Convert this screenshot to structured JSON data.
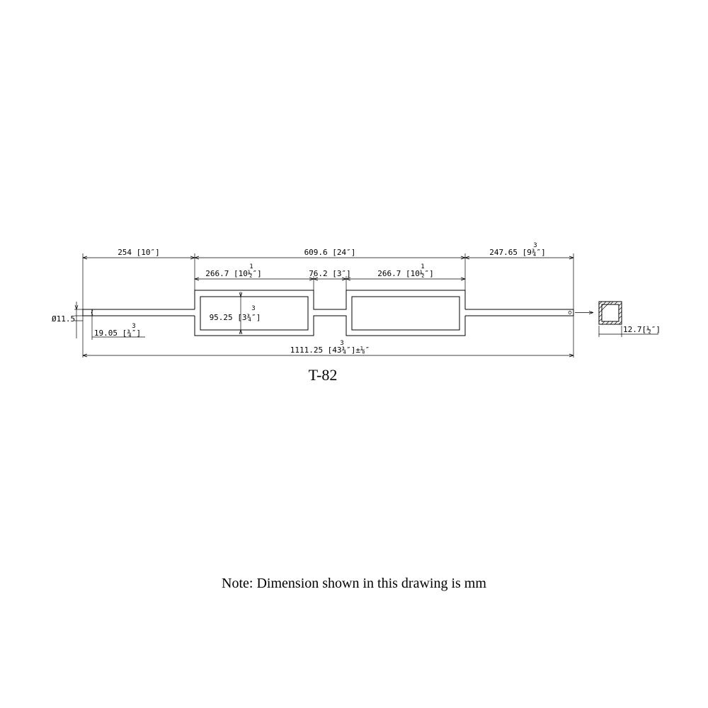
{
  "title": "T-82",
  "note": "Note: Dimension shown in this drawing is mm",
  "dimensions": {
    "left_handle": "254 [10″]",
    "center": "609.6 [24″]",
    "right_handle": "247.65 [9¾″]",
    "right_handle_frac": "3",
    "left_frame": "266.7 [10½″]",
    "left_frame_frac": "1",
    "gap": "76.2 [3″]",
    "right_frame": "266.7 [10½″]",
    "right_frame_frac": "1",
    "frame_height": "95.25 [3¾″]",
    "frame_height_frac": "3",
    "diameter": "Ø11.5",
    "sleeve": "19.05 [¾″]",
    "sleeve_frac": "3",
    "overall": "1111.25 [43¾″]±⅛″",
    "overall_frac": "3",
    "tube": "12.7[½″]"
  }
}
